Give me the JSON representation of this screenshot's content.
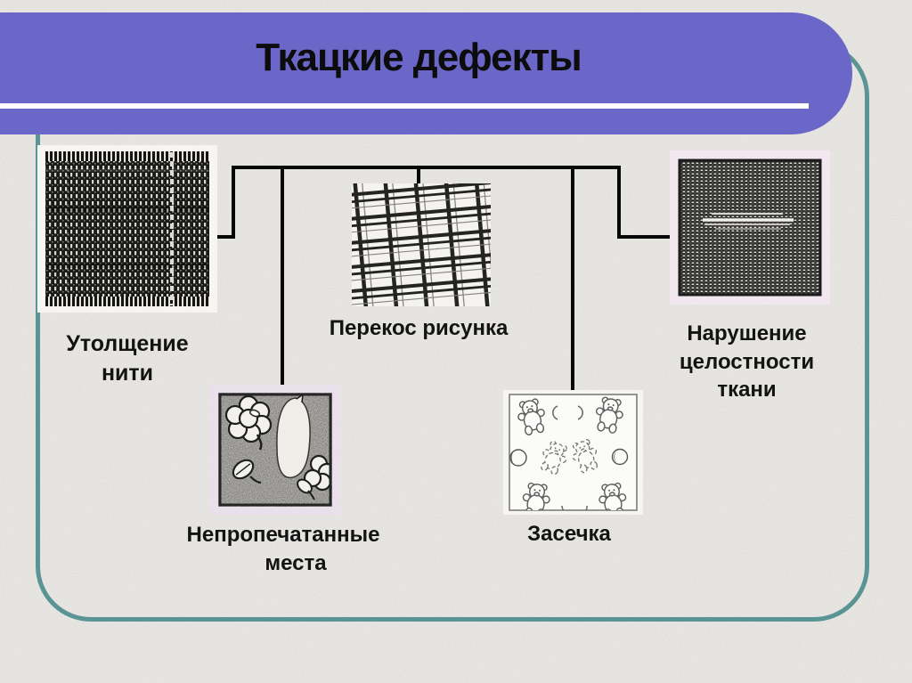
{
  "slide": {
    "title": "Ткацкие дефекты"
  },
  "colors": {
    "header_bar": "#6a67c8",
    "header_underline": "#ffffff",
    "frame": "#5b9494",
    "background": "#ebe9e5",
    "connector": "#070707",
    "title_text": "#0c0c0c",
    "label_text": "#131313",
    "integrity_mat": "#f2e6ef",
    "unprinted_mat": "#e9e0ec"
  },
  "diagram": {
    "type": "tree",
    "description": "Five weaving-defect fabric samples connected by black lines to a common horizontal branch under the title",
    "nodes": [
      {
        "id": "thread-thickening",
        "label": "Утолщение нити",
        "lines": [
          "Утолщение",
          "нити"
        ],
        "image": "dark-coarse-weave-with-light-thick-thread-stripe"
      },
      {
        "id": "pattern-skew",
        "label": "Перекос рисунка",
        "lines": [
          "Перекос рисунка"
        ],
        "image": "skewed-plaid-check-fabric"
      },
      {
        "id": "fabric-integrity-damage",
        "label": "Нарушение целостности ткани",
        "lines": [
          "Нарушение",
          "целостности",
          "ткани"
        ],
        "image": "fine-mesh-fabric-with-horizontal-tear"
      },
      {
        "id": "unprinted-spots",
        "label": "Непропечатанные места",
        "lines": [
          "Непропечатанные",
          "места"
        ],
        "image": "floral-print-with-large-unprinted-white-blot"
      },
      {
        "id": "notch",
        "label": "Засечка",
        "lines": [
          "Засечка"
        ],
        "image": "teddy-bear-print-with-missing-print-band"
      }
    ]
  }
}
